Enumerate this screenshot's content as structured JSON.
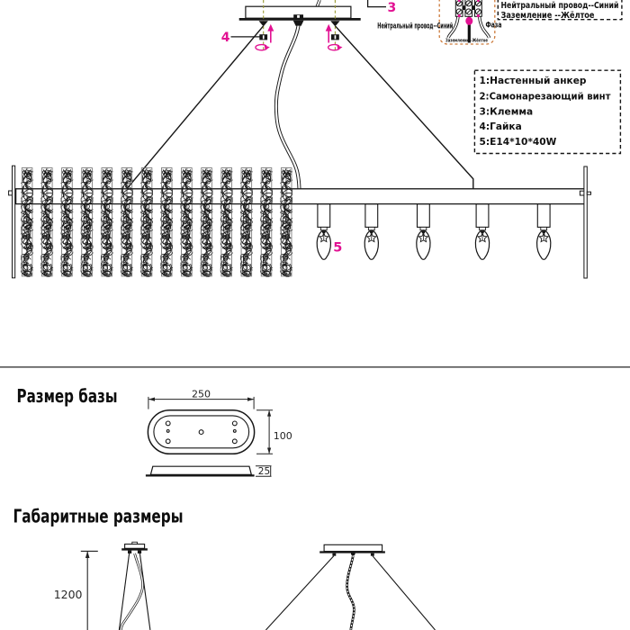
{
  "colors": {
    "ink": "#1b1b1b",
    "magenta": "#e21192",
    "orange_dash": "#cc7a3a",
    "olive_dash": "#9a9a35"
  },
  "diagram": {
    "callout_3": "3",
    "callout_4": "4",
    "callout_5": "5",
    "wiring_note": {
      "line1": "Нейтральный провод--Синий",
      "line2": "Заземление --Жёлтое"
    },
    "labels": {
      "neutral": "Нейтральный провод--Синий",
      "phase": "Фаза",
      "ground": "Заземление--Жёлтое"
    },
    "legend": {
      "items": [
        "1:Настенный анкер",
        "2:Самонарезающий винт",
        "3:Клемма",
        "4:Гайка",
        "5:E14*10*40W"
      ]
    }
  },
  "base_section": {
    "title": "Размер базы",
    "dim_width": "250",
    "dim_height": "100",
    "dim_thickness": "25"
  },
  "overall_section": {
    "title": "Габаритные размеры",
    "dim_drop": "1200"
  }
}
